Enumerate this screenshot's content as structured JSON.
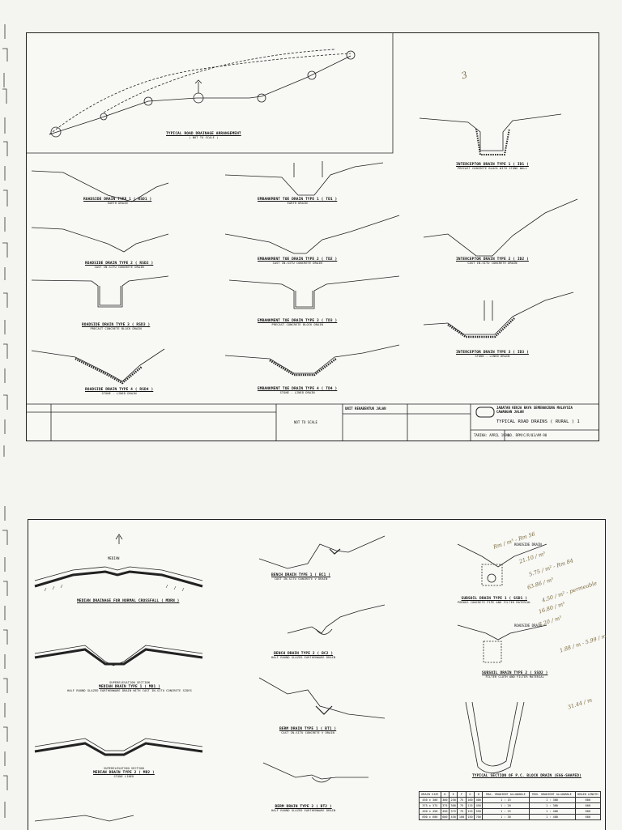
{
  "sheet1": {
    "arrangement_title": "TYPICAL ROAD DRAINAGE ARRANGEMENT",
    "arrangement_scale": "( NOT TO SCALE )",
    "drains": [
      {
        "id": "rsd1",
        "title": "ROADSIDE DRAIN TYPE 1 ( RSD1 )",
        "sub": "EARTH DRAIN"
      },
      {
        "id": "rsd2",
        "title": "ROADSIDE DRAIN TYPE 2 ( RSD2 )",
        "sub": "CAST IN-SITU CONCRETE DRAIN"
      },
      {
        "id": "rsd3",
        "title": "ROADSIDE DRAIN TYPE 3 ( RSD3 )",
        "sub": "PRECAST CONCRETE BLOCK DRAIN"
      },
      {
        "id": "rsd4",
        "title": "ROADSIDE DRAIN TYPE 4 ( RSD4 )",
        "sub": "STONE - LINED DRAIN"
      },
      {
        "id": "td1",
        "title": "EMBANKMENT TOE DRAIN TYPE 1 ( TD1 )",
        "sub": "EARTH DRAIN"
      },
      {
        "id": "td2",
        "title": "EMBANKMENT TOE DRAIN TYPE 2 ( TD2 )",
        "sub": "CAST IN-SITU CONCRETE DRAIN"
      },
      {
        "id": "td3",
        "title": "EMBANKMENT TOE DRAIN TYPE 3 ( TD3 )",
        "sub": "PRECAST CONCRETE BLOCK DRAIN"
      },
      {
        "id": "td4",
        "title": "EMBANKMENT TOE DRAIN TYPE 4 ( TD4 )",
        "sub": "STONE - LINED DRAIN"
      },
      {
        "id": "id1",
        "title": "INTERCEPTOR DRAIN TYPE 1 ( ID1 )",
        "sub": "PRECAST CONCRETE BLOCK WITH STONE WALL"
      },
      {
        "id": "id2",
        "title": "INTERCEPTOR DRAIN TYPE 2 ( ID2 )",
        "sub": "CAST IN-SITU CONCRETE DRAIN"
      },
      {
        "id": "id3",
        "title": "INTERCEPTOR DRAIN TYPE 3 ( ID3 )",
        "sub": "STONE - LINED DRAIN"
      }
    ],
    "titleblock": {
      "unit": "UNIT REKABENTUK JALAN",
      "agency_line1": "JABATAN KERJA RAYA SEMENANJUNG MALAYSIA",
      "agency_line2": "CAWANGAN JALAN",
      "drawing_title": "TYPICAL ROAD DRAINS ( RURAL ) 1",
      "date_label": "TARIKH",
      "date": "APRIL 1990",
      "no_label": "NO.",
      "drawing_no": "RPM/C/R/03/AM-90",
      "scale": "NOT TO SCALE"
    },
    "handwriting": "3"
  },
  "sheet2": {
    "drains": [
      {
        "id": "mdrn",
        "title": "MEDIAN DRAINAGE FOR NORMAL CROSSFALL ( MDRN )",
        "sub": ""
      },
      {
        "id": "md1",
        "title": "MEDIAN DRAIN TYPE 1 ( MD1 )",
        "sub": "HALF ROUND GLAZED EARTHENWARE DRAIN WITH CAST IN-SITU CONCRETE SIDES",
        "pre": "SUPERELEVATION SECTION"
      },
      {
        "id": "md2",
        "title": "MEDIAN DRAIN TYPE 2 ( MD2 )",
        "sub": "STONE LINED",
        "pre": "SUPERELEVATION SECTION"
      },
      {
        "id": "bc1",
        "title": "BENCH DRAIN TYPE 1 ( BC1 )",
        "sub": "CAST IN-SITU CONCRETE V DRAIN"
      },
      {
        "id": "bc2",
        "title": "BENCH DRAIN TYPE 2 ( BC2 )",
        "sub": "HALF ROUND GLAZED EARTHENWARE DRAIN"
      },
      {
        "id": "bt1",
        "title": "BERM DRAIN TYPE 1 ( BT1 )",
        "sub": "CAST IN-SITU CONCRETE V DRAIN"
      },
      {
        "id": "bt2",
        "title": "BERM DRAIN TYPE 2 ( BT2 )",
        "sub": "HALF ROUND GLAZED EARTHENWARE DRAIN"
      },
      {
        "id": "ssd1",
        "title": "SUBSOIL DRAIN TYPE 1 ( SSD1 )",
        "sub": "POROUS CONCRETE PIPE AND FILTER MATERIAL"
      },
      {
        "id": "ssd2",
        "title": "SUBSOIL DRAIN TYPE 2 ( SSD2 )",
        "sub": "FILTER CLOTH AND FILTER MATERIAL"
      },
      {
        "id": "pc",
        "title": "TYPICAL SECTION OF P.C. BLOCK DRAIN (EGG-SHAPED)",
        "sub": ""
      }
    ],
    "labels": {
      "roadside_drain": "ROADSIDE DRAIN",
      "median": "MEDIAN"
    },
    "table": {
      "headers": [
        "DRAIN SIZE",
        "D",
        "E",
        "F",
        "G",
        "H",
        "MAX. GRADIENT ALLOWABLE",
        "MIN. GRADIENT ALLOWABLE",
        "DRAIN LENGTH"
      ],
      "rows": [
        [
          "450 x 300",
          "300",
          "250",
          "75",
          "100",
          "400",
          "1 : 15",
          "1 : 300",
          "600"
        ],
        [
          "375 x 375",
          "375",
          "300",
          "75",
          "115",
          "450",
          "1 : 20",
          "1 : 300",
          "600"
        ],
        [
          "450 x 450",
          "450",
          "375",
          "75",
          "125",
          "550",
          "1 : 25",
          "1 : 400",
          "600"
        ],
        [
          "600 x 600",
          "600",
          "450",
          "100",
          "150",
          "700",
          "1 : 30",
          "1 : 400",
          "600"
        ]
      ]
    },
    "handwriting": [
      "Rm / m³ - Rm 56",
      "21.10 / m³",
      "5.75 / m² - Rm 84",
      "63.86 / m³",
      "4.50 / m² - permeable",
      "16.80 / m³",
      "7.20 / m³",
      "1.88 / m - 5.99 / m",
      "31.44 / m"
    ]
  }
}
